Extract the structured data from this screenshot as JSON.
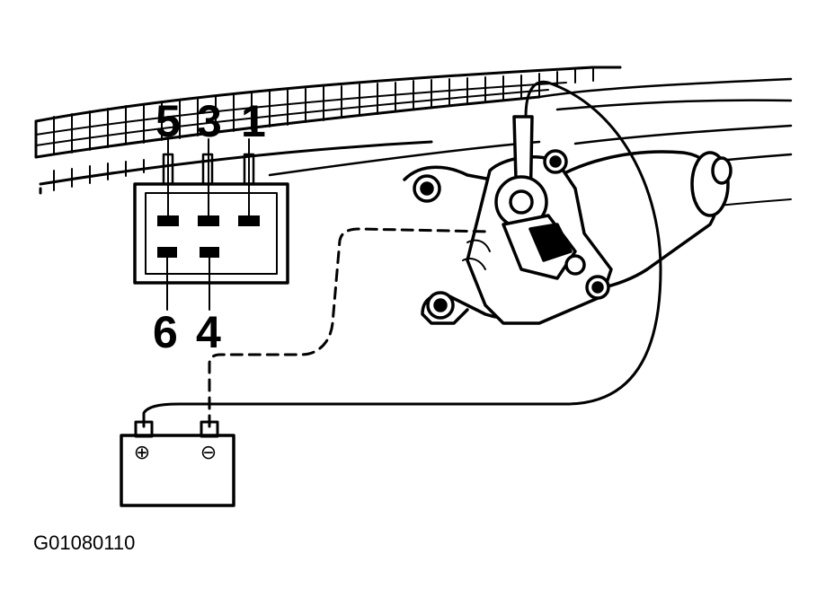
{
  "connector": {
    "top_pins": [
      "5",
      "3",
      "1"
    ],
    "bottom_pins": [
      "6",
      "4"
    ]
  },
  "battery": {
    "positive_symbol": "⊕",
    "negative_symbol": "⊖"
  },
  "figure_id": "G01080110",
  "colors": {
    "ink": "#000000",
    "paper": "#ffffff"
  }
}
